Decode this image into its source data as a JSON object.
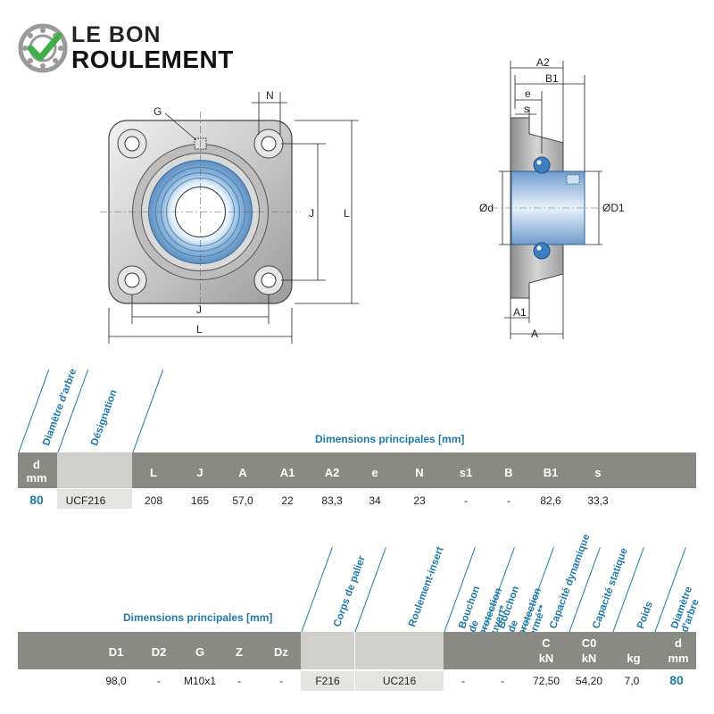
{
  "brand": {
    "line1": "LE BON",
    "line2": "ROULEMENT",
    "check_color": "#3fae49"
  },
  "drawing_labels": {
    "G": "G",
    "N": "N",
    "J_vertical": "J",
    "L_vertical": "L",
    "J_horizontal": "J",
    "L_horizontal": "L",
    "A2": "A2",
    "B1": "B1",
    "e": "e",
    "s": "s",
    "d": "Ød",
    "D1": "ØD1",
    "A1": "A1",
    "A": "A"
  },
  "table1": {
    "rotated_headers": [
      "Diamètre d'arbre",
      "Désignation"
    ],
    "group_title": "Dimensions principales [mm]",
    "unit_header": {
      "top": "d",
      "bottom": "mm"
    },
    "columns": [
      "L",
      "J",
      "A",
      "A1",
      "A2",
      "e",
      "N",
      "s1",
      "B",
      "B1",
      "s"
    ],
    "row": {
      "d": "80",
      "designation": "UCF216",
      "values": [
        "208",
        "165",
        "57,0",
        "22",
        "83,3",
        "34",
        "23",
        "-",
        "-",
        "82,6",
        "33,3"
      ]
    }
  },
  "table2": {
    "group_title": "Dimensions principales [mm]",
    "columns": [
      "D1",
      "D2",
      "G",
      "Z",
      "Dz"
    ],
    "rotated_headers": [
      "Corps de palier",
      "Roulement-insert",
      "Bouchon de protection ouvert*",
      "Bouchon de protection fermé**",
      "Capacité dynamique",
      "Capacité statique",
      "Poids",
      "Diamètre d'arbre"
    ],
    "unit_cols": [
      {
        "top": "C",
        "bottom": "kN"
      },
      {
        "top": "C0",
        "bottom": "kN"
      },
      {
        "top": "",
        "bottom": "kg"
      },
      {
        "top": "d",
        "bottom": "mm"
      }
    ],
    "row": {
      "values": [
        "98,0",
        "-",
        "M10x1",
        "-",
        "-"
      ],
      "housing": "F216",
      "insert": "UC216",
      "cap_open": "-",
      "cap_closed": "-",
      "C": "72,50",
      "C0": "54,20",
      "weight": "7,0",
      "d": "80"
    }
  }
}
